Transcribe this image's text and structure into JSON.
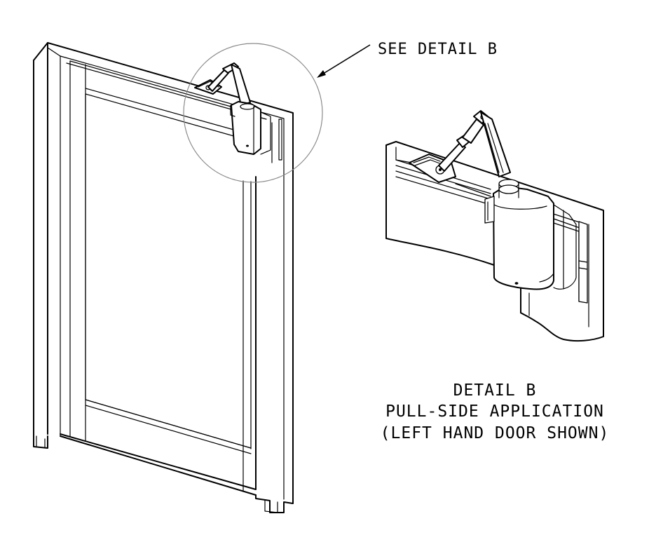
{
  "callout": {
    "text": "SEE DETAIL B"
  },
  "detail_caption": {
    "line1": "DETAIL B",
    "line2": "PULL-SIDE APPLICATION",
    "line3": "(LEFT HAND DOOR SHOWN)"
  }
}
